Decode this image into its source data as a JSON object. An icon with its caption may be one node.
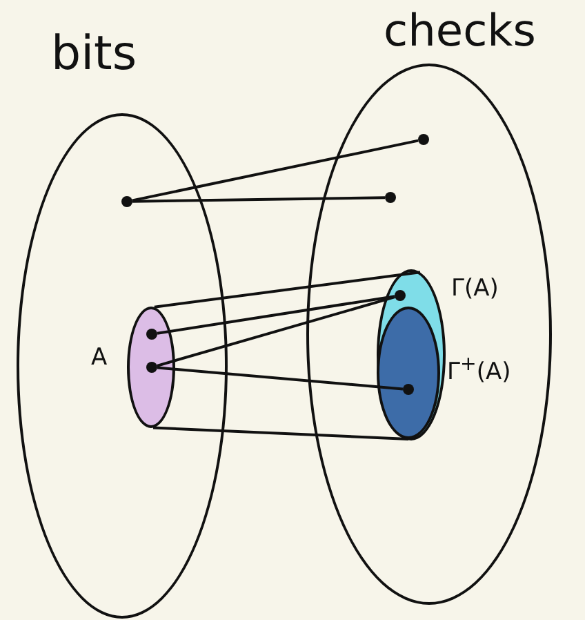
{
  "diagram": {
    "nodes": [
      {
        "text": [
          "bits"
        ]
      },
      {
        "text": [
          "checks"
        ]
      },
      {
        "text": [
          "A"
        ],
        "in": 0
      },
      {
        "text": [
          "Γ(A)"
        ],
        "in": 1
      },
      {
        "text": [
          "Γ$^{+}$(A)"
        ],
        "in": 3
      },
      {
        "text": [],
        "shape": "circle",
        "in": 0
      },
      {
        "text": [],
        "shape": "circle",
        "in": 2
      },
      {
        "text": [],
        "shape": "circle",
        "in": 2
      },
      {
        "text": [],
        "shape": "circle",
        "in": 1
      },
      {
        "text": [],
        "shape": "circle",
        "in": 1
      },
      {
        "text": [],
        "shape": "circle",
        "in": 3
      },
      {
        "text": [],
        "shape": "circle",
        "in": 4
      }
    ],
    "edges": [
      {
        "from": 5,
        "to": 8,
        "arrow": "none"
      },
      {
        "from": 5,
        "to": 9,
        "arrow": "none"
      },
      {
        "from": 2,
        "to": 3,
        "arrow": "none"
      },
      {
        "from": 6,
        "to": 10,
        "arrow": "none"
      },
      {
        "from": 7,
        "to": 10,
        "arrow": "none"
      },
      {
        "from": 7,
        "to": 11,
        "arrow": "none"
      },
      {
        "from": 2,
        "to": 4,
        "arrow": "none"
      }
    ]
  }
}
